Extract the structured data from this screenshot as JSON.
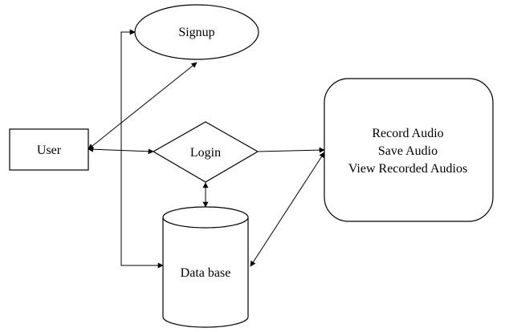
{
  "nodes": {
    "user": {
      "label": "User"
    },
    "signup": {
      "label": "Signup"
    },
    "login": {
      "label": "Login"
    },
    "database": {
      "label": "Data base"
    },
    "actions": {
      "lines": [
        "Record Audio",
        "Save Audio",
        "View Recorded Audios"
      ]
    }
  }
}
